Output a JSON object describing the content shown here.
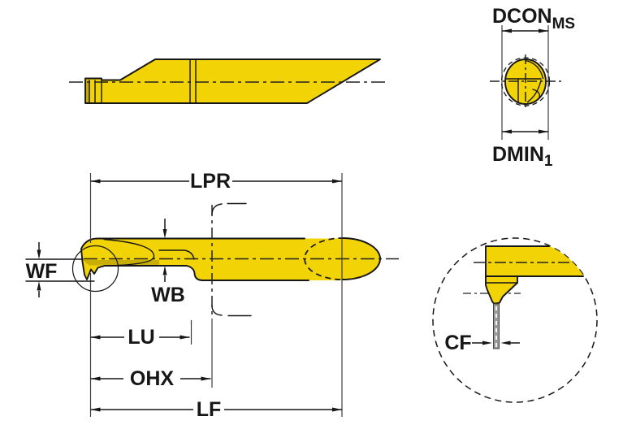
{
  "drawing": {
    "description": "Engineering dimension drawing of a round-shank micro boring bar: side view, end view, dimensioned profile view with break lines, and magnified tip detail view",
    "colors": {
      "tool_yellow": "#F1D306",
      "shade_olive": "#A18A04",
      "blade_gray": "#9A9A9A",
      "outline": "#161616",
      "background": "#FFFFFF"
    },
    "dims": {
      "dcon": {
        "label": "DCON",
        "sub": "MS"
      },
      "dmin": {
        "label": "DMIN",
        "sub": "1"
      },
      "lpr": {
        "label": "LPR"
      },
      "wf": {
        "label": "WF"
      },
      "wb": {
        "label": "WB"
      },
      "lu": {
        "label": "LU"
      },
      "ohx": {
        "label": "OHX"
      },
      "lf": {
        "label": "LF"
      },
      "cf": {
        "label": "CF"
      }
    }
  }
}
